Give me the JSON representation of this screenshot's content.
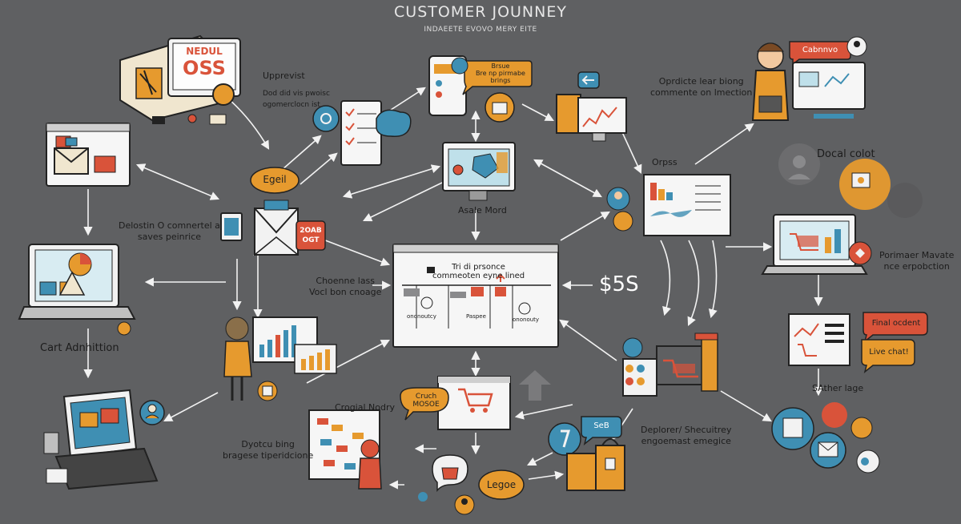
{
  "title": "CUSTOMER JOUNNEY",
  "subtitle": "INDAEETE EVOVO MERY EITE",
  "labels": {
    "upprevist": [
      "Upprevist",
      "Dod did vis pwoisc",
      "ogomerclocn ist"
    ],
    "oprdicte": [
      "Oprdicte lear biong",
      "commente on lmection"
    ],
    "deloestin": [
      "Delostin O comnertel a",
      "saves peinrice"
    ],
    "cart": "Cart Adnhittion",
    "choenne": [
      "Choenne lass",
      "Vocl bon cnoage"
    ],
    "center_panel": [
      "Tri di prsonce",
      "commeoten eyne lined"
    ],
    "center_small": [
      "ononoutcy",
      "Paspee",
      "ononouty"
    ],
    "money": "$5S",
    "asale": "Asale Mord",
    "orpss": "Orpss",
    "social": "Docal colot",
    "porimaer": [
      "Porimaer Mavate",
      "nce erpobction"
    ],
    "final": "Final ocdent",
    "live": "Live chat!",
    "safer": "SAther lage",
    "cragial": "Crogial Nodry",
    "dyotcu": [
      "Dyotcu bing",
      "bragese tiperidcione"
    ],
    "deplorer": [
      "Deplorer/ Shecuitrey",
      "engoemast emegice"
    ],
    "egeli": "Egeil",
    "date_badge": [
      "2OAB",
      "OGT"
    ],
    "nedul": "NEDUL",
    "oss": "OSS",
    "cabnnvo": "Cabnnvo",
    "leg": "Legoe",
    "seb": "SeB",
    "cruch": [
      "Cruch",
      "MOSOE"
    ],
    "bubble_top": [
      "Brsue",
      "Bre np pirmabe",
      "brings"
    ]
  },
  "colors": {
    "background": "#5f6062",
    "orange": "#e69a2e",
    "blue": "#3f8fb3",
    "red": "#d9533a",
    "cream": "#f0e6cf"
  }
}
